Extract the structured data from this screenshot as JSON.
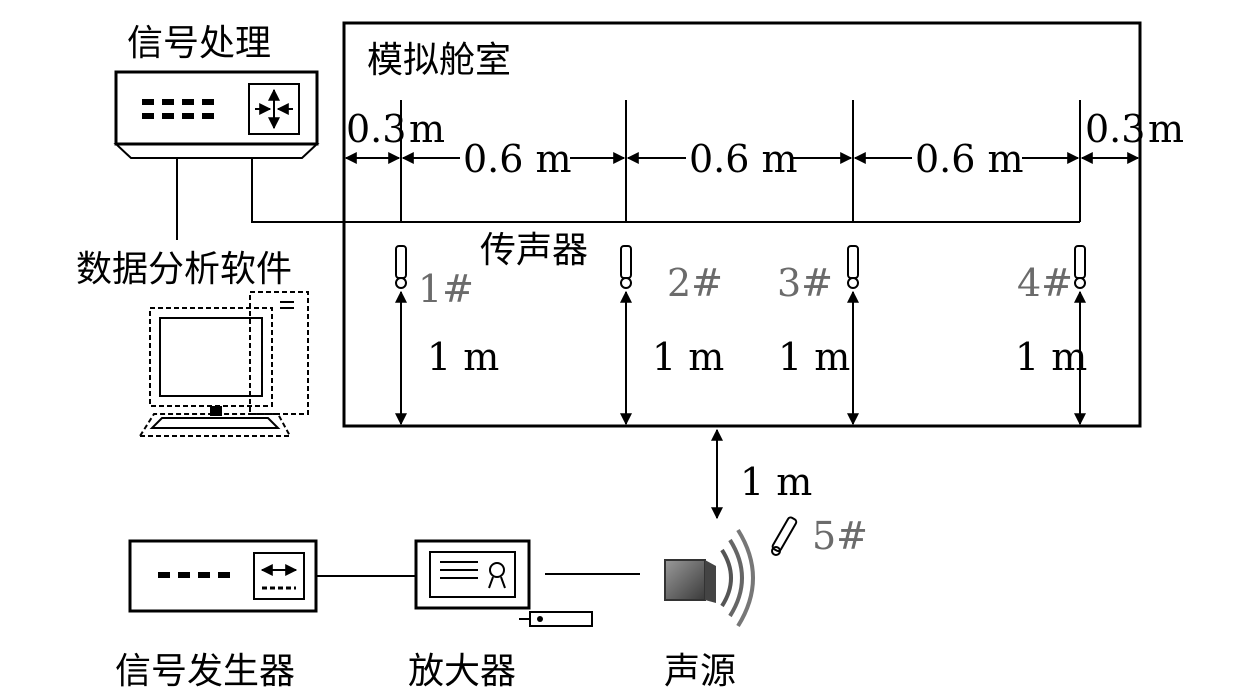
{
  "labels": {
    "signal_processing": "信号处理",
    "simulated_cabin": "模拟舱室",
    "data_analysis_software": "数据分析软件",
    "microphone": "传声器",
    "signal_generator": "信号发生器",
    "amplifier": "放大器",
    "sound_source": "声源"
  },
  "dimensions": {
    "edge_left": "0.3",
    "edge_right": "0.3",
    "unit_m": "m",
    "spacing": [
      "0.6 m",
      "0.6 m",
      "0.6 m"
    ],
    "distance_1m": "1 m"
  },
  "microphones": [
    {
      "id": "1#"
    },
    {
      "id": "2#"
    },
    {
      "id": "3#"
    },
    {
      "id": "4#"
    },
    {
      "id": "5#"
    }
  ],
  "colors": {
    "line": "#000000",
    "mic_label": "#6b6b6b",
    "speaker": "#555555"
  }
}
